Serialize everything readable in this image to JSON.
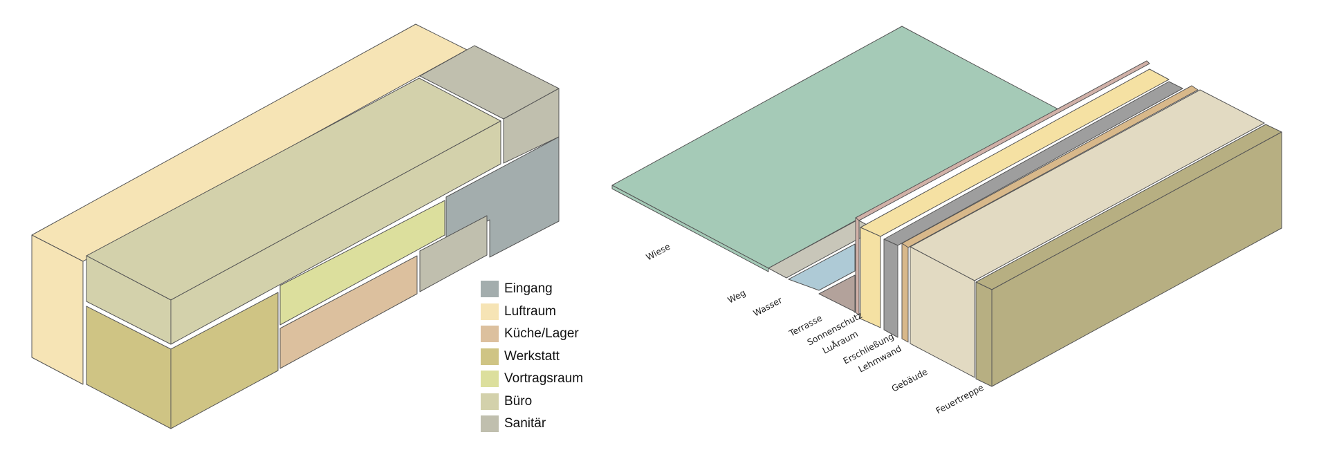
{
  "left_diagram": {
    "legend": [
      {
        "label": "Eingang",
        "color": "#a3adad"
      },
      {
        "label": "Luftraum",
        "color": "#f6e4b5"
      },
      {
        "label": "Küche/Lager",
        "color": "#dcc09e"
      },
      {
        "label": "Werkstatt",
        "color": "#cfc484"
      },
      {
        "label": "Vortragsraum",
        "color": "#dcdf9d"
      },
      {
        "label": "Büro",
        "color": "#d3d1ab"
      },
      {
        "label": "Sanitär",
        "color": "#c0bfae"
      }
    ]
  },
  "right_diagram": {
    "labels": [
      {
        "text": "Wiese",
        "color": "#a5cab7"
      },
      {
        "text": "Weg",
        "color": "#c8c6b9"
      },
      {
        "text": "Wasser",
        "color": "#aecad6"
      },
      {
        "text": "Terrasse",
        "color": "#b3a29b"
      },
      {
        "text": "Sonnenschutz",
        "color": "#d1b1a8"
      },
      {
        "text": "LuÅraum",
        "color": "#f5e1a3"
      },
      {
        "text": "Erschließung",
        "color": "#9e9e9e"
      },
      {
        "text": "Lehmwand",
        "color": "#d8b88a"
      },
      {
        "text": "Gebäude",
        "color": "#e2dac2"
      },
      {
        "text": "Feuertreppe",
        "color": "#b7af82"
      }
    ]
  }
}
